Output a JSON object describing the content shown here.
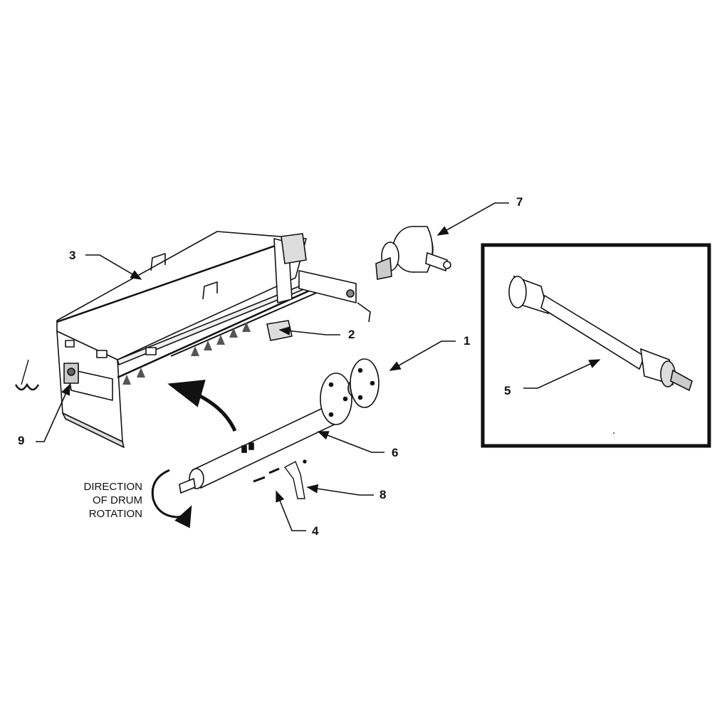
{
  "callouts": {
    "one": "1",
    "two": "2",
    "three": "3",
    "four": "4",
    "five": "5",
    "six": "6",
    "seven": "7",
    "eight": "8",
    "nine": "9"
  },
  "rotation_note": {
    "line1": "DIRECTION",
    "line2": "OF DRUM",
    "line3": "ROTATION"
  }
}
